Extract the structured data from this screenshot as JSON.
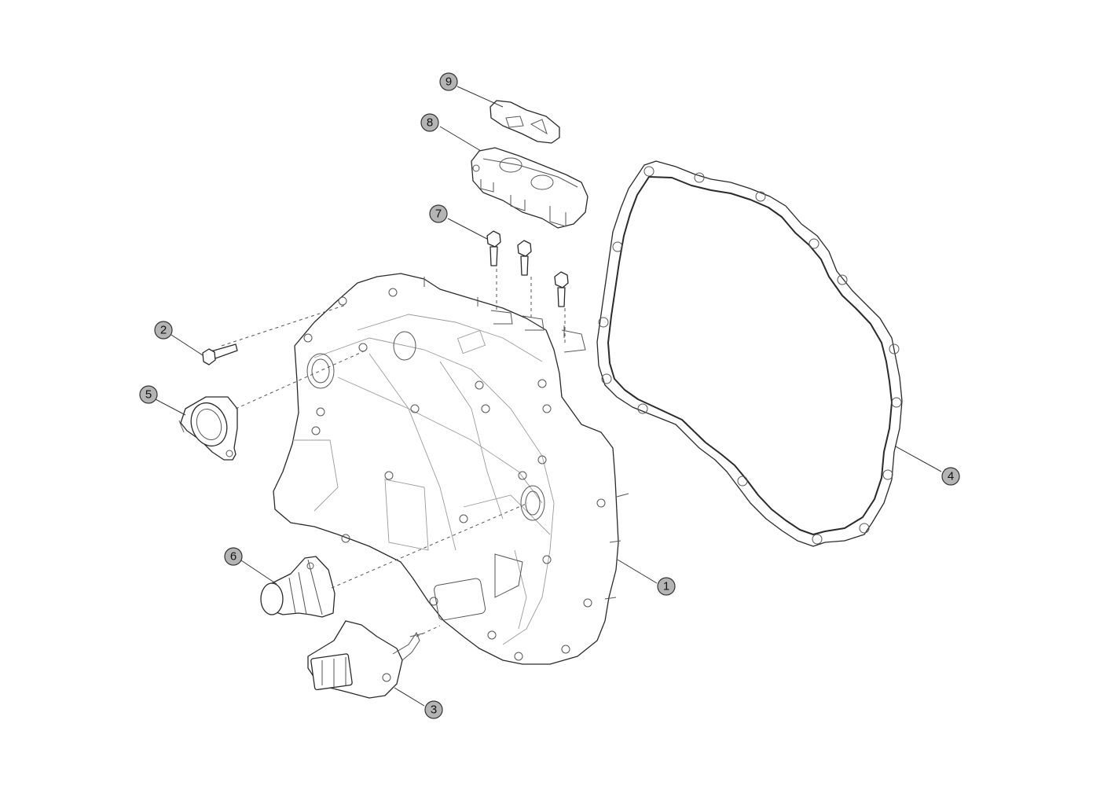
{
  "callouts": [
    {
      "id": "1",
      "label": "1"
    },
    {
      "id": "2",
      "label": "2"
    },
    {
      "id": "3",
      "label": "3"
    },
    {
      "id": "4",
      "label": "4"
    },
    {
      "id": "5",
      "label": "5"
    },
    {
      "id": "6",
      "label": "6"
    },
    {
      "id": "7",
      "label": "7"
    },
    {
      "id": "8",
      "label": "8"
    },
    {
      "id": "9",
      "label": "9"
    }
  ],
  "colors": {
    "bubble": "#b4b4b4",
    "line": "#2a2a2a",
    "background": "#ffffff"
  }
}
